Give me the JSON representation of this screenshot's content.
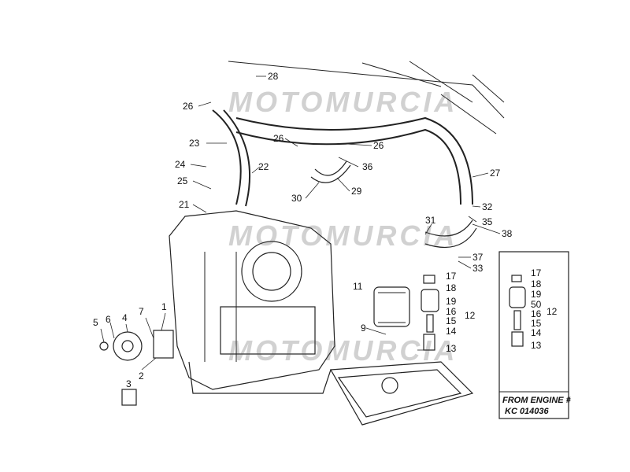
{
  "watermark": {
    "text": "MOTOMURCIA"
  },
  "callouts": [
    "28",
    "26",
    "23",
    "26",
    "26",
    "22",
    "36",
    "24",
    "25",
    "29",
    "30",
    "27",
    "21",
    "32",
    "35",
    "38",
    "31",
    "37",
    "33",
    "17",
    "18",
    "19",
    "16",
    "15",
    "14",
    "13",
    "12",
    "11",
    "9",
    "7",
    "1",
    "5",
    "6",
    "4",
    "2",
    "3",
    "17",
    "18",
    "19",
    "50",
    "16",
    "15",
    "14",
    "13",
    "12"
  ],
  "inset": {
    "line1": "FROM ENGINE #",
    "line2": "KC 014036"
  }
}
